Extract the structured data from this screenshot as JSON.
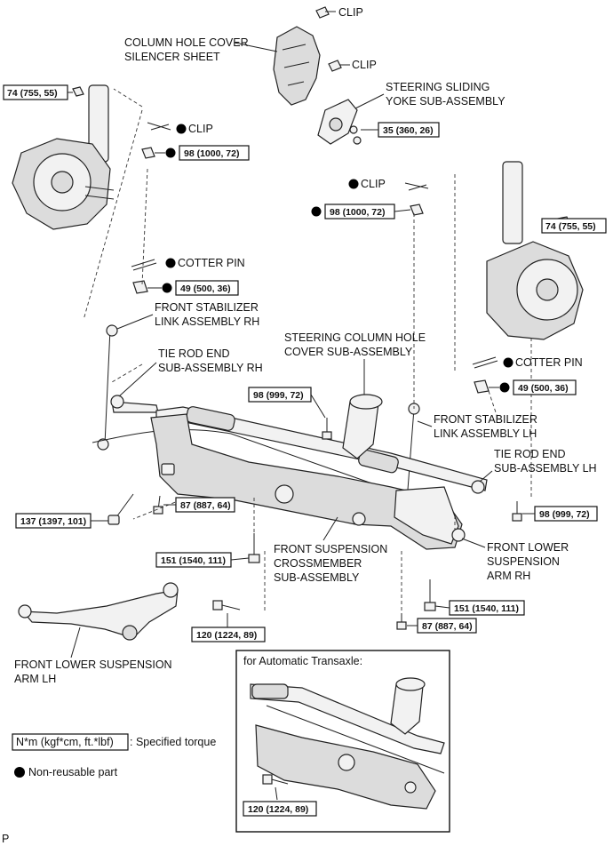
{
  "labels": {
    "clip_top": "CLIP",
    "column_hole_cover_silencer_sheet_1": "COLUMN HOLE COVER",
    "column_hole_cover_silencer_sheet_2": "SILENCER SHEET",
    "clip_mid": "CLIP",
    "steering_sliding_yoke_1": "STEERING SLIDING",
    "steering_sliding_yoke_2": "YOKE SUB-ASSEMBLY",
    "clip_left": "CLIP",
    "clip_right": "CLIP",
    "cotter_pin_left": "COTTER PIN",
    "cotter_pin_right": "COTTER PIN",
    "front_stabilizer_link_rh_1": "FRONT STABILIZER",
    "front_stabilizer_link_rh_2": "LINK ASSEMBLY RH",
    "tie_rod_end_rh_1": "TIE ROD END",
    "tie_rod_end_rh_2": "SUB-ASSEMBLY RH",
    "steering_column_hole_cover_1": "STEERING COLUMN HOLE",
    "steering_column_hole_cover_2": "COVER SUB-ASSEMBLY",
    "front_stabilizer_link_lh_1": "FRONT STABILIZER",
    "front_stabilizer_link_lh_2": "LINK ASSEMBLY LH",
    "tie_rod_end_lh_1": "TIE ROD END",
    "tie_rod_end_lh_2": "SUB-ASSEMBLY LH",
    "front_suspension_crossmember_1": "FRONT SUSPENSION",
    "front_suspension_crossmember_2": "CROSSMEMBER",
    "front_suspension_crossmember_3": "SUB-ASSEMBLY",
    "front_lower_arm_rh_1": "FRONT LOWER",
    "front_lower_arm_rh_2": "SUSPENSION",
    "front_lower_arm_rh_3": "ARM RH",
    "front_lower_arm_lh_1": "FRONT LOWER SUSPENSION",
    "front_lower_arm_lh_2": "ARM LH",
    "automatic_transaxle": "for Automatic Transaxle:",
    "legend_torque_box": "N*m (kgf*cm, ft.*lbf)",
    "legend_torque_text": ": Specified torque",
    "legend_nonreusable": "Non-reusable part",
    "figure_code": "P"
  },
  "torques": {
    "t1": "74 (755, 55)",
    "t2": "98 (1000, 72)",
    "t3": "35 (360, 26)",
    "t4": "98 (1000, 72)",
    "t5": "74 (755, 55)",
    "t6": "49 (500, 36)",
    "t7": "98 (999, 72)",
    "t8": "49 (500, 36)",
    "t9": "137 (1397, 101)",
    "t10": "87 (887, 64)",
    "t11": "98 (999, 72)",
    "t12": "151 (1540, 111)",
    "t13": "151 (1540, 111)",
    "t14": "120 (1224, 89)",
    "t15": "87 (887, 64)",
    "t16": "120 (1224, 89)"
  }
}
